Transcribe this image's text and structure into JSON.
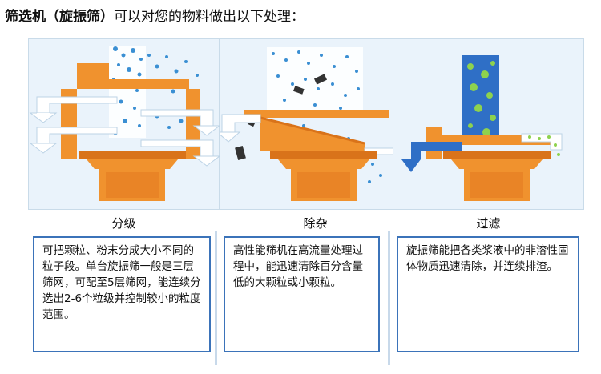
{
  "heading": {
    "bold_part": "筛选机（旋振筛）",
    "rest_part": "可以对您的物料做出以下处理："
  },
  "panels": [
    {
      "caption": "分级",
      "text": "可把颗粒、粉末分成大小不同的粒子段。单台旋振筛一般是三层筛网，可配至5层筛网，能连续分选出2-6个粒级并控制较小的粒度范围。"
    },
    {
      "caption": "除杂",
      "text": "高性能筛机在高流量处理过程中，能迅速清除百分含量低的大颗粒或小颗粒。"
    },
    {
      "caption": "过滤",
      "text": "旋振筛能把各类浆液中的非溶性固体物质迅速清除，并连续排渣。"
    }
  ],
  "colors": {
    "machine_orange": "#f0922e",
    "machine_dark": "#d9731a",
    "particle_blue": "#3a8fd3",
    "slurry_blue": "#2f6fc6",
    "panel_bg": "#eaf3fb",
    "box_border": "#3b73b9"
  }
}
